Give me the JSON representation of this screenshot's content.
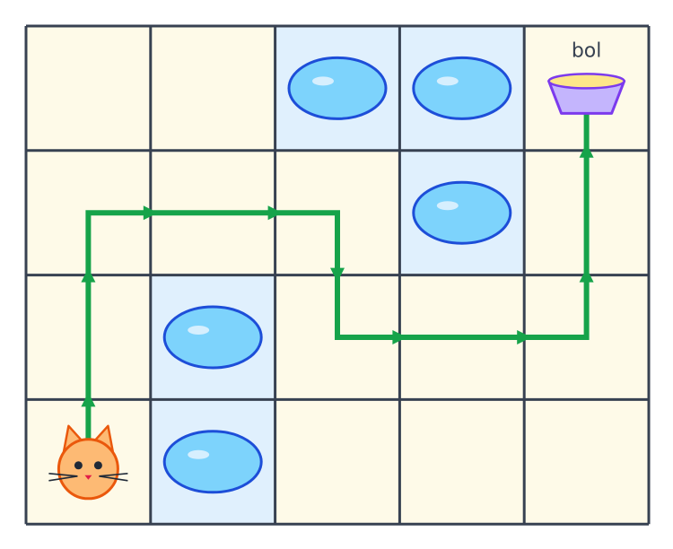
{
  "grid": {
    "rows": 4,
    "cols": 5
  },
  "colors": {
    "floor": "#fefae8",
    "water_cell": "#e0f0fd",
    "grid_line": "#374151",
    "path": "#16a34a",
    "puddle_fill": "#7dd3fc",
    "puddle_stroke": "#1d4ed8",
    "bowl_fill": "#c4b5fd",
    "bowl_stroke": "#7c3aed",
    "bowl_food": "#fde68a",
    "cat_fill": "#fdba74",
    "cat_stroke": "#ea580c"
  },
  "cat": {
    "row": 3,
    "col": 0,
    "icon": "cat-icon"
  },
  "bowl": {
    "row": 0,
    "col": 4,
    "label": "bol",
    "icon": "bowl-icon"
  },
  "water": [
    {
      "row": 0,
      "col": 2
    },
    {
      "row": 0,
      "col": 3
    },
    {
      "row": 1,
      "col": 3
    },
    {
      "row": 2,
      "col": 1
    },
    {
      "row": 3,
      "col": 1
    }
  ],
  "path": [
    [
      3,
      0
    ],
    [
      2,
      0
    ],
    [
      1,
      0
    ],
    [
      1,
      1
    ],
    [
      1,
      2
    ],
    [
      2,
      2
    ],
    [
      2,
      3
    ],
    [
      2,
      4
    ],
    [
      1,
      4
    ],
    [
      0,
      4
    ]
  ]
}
